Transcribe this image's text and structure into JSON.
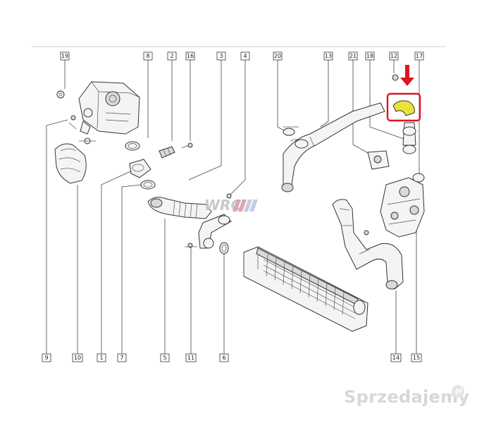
{
  "diagram": {
    "callouts_top": [
      "19",
      "8",
      "2",
      "16",
      "3",
      "4",
      "20",
      "13",
      "21",
      "18",
      "12",
      "17"
    ],
    "callouts_bottom": [
      "9",
      "10",
      "1",
      "7",
      "5",
      "11",
      "6",
      "14",
      "15"
    ],
    "watermark_brand": "WRC",
    "highlight_color": "#e8e33a",
    "marker_color": "#e0141e"
  },
  "site_mark": {
    "text": "Sprzedajemy",
    "suffix": ".pl"
  }
}
